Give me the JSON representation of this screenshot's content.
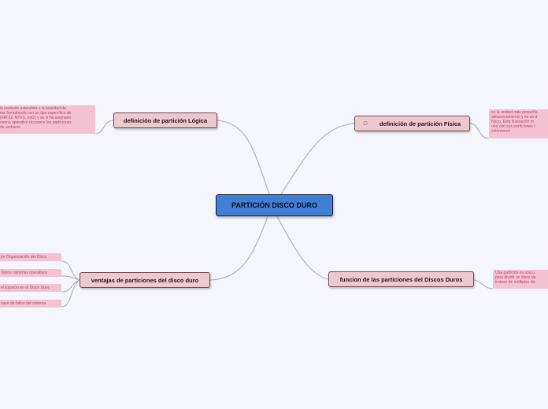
{
  "central": {
    "label": "PARTICIÓN DISCO DURO"
  },
  "branches": {
    "logica": {
      "label": "definición de partición Lógica",
      "note": "la partición extendida o la totalidad de\nme formateado con un tipo específico de\n(FAT32, NTFS, ext2) y se le ha asignado\nstema operativo reconoce las particiones\nde archivos."
    },
    "fisica": {
      "icon": "document-icon",
      "label": "definición de partición Física",
      "note": "es la unidad más pequeña\nalmacenamiento y es un a\nfísico. Esta ilustración m\nuna con sus particiones f\nvolúmenes"
    },
    "ventajas": {
      "label": "ventajas de particiones del disco duro",
      "items": [
        "jor Organización del Disco",
        "Varios sistemas operativos",
        "el Espacio en el Disco Duro",
        "caso de fallos del sistema"
      ]
    },
    "funcion": {
      "label": "funcion de las particiones del Discos Duros",
      "note": "Una partición es una u\npara dividir un disco du\ntratase de múltiples dis"
    }
  },
  "colors": {
    "background": "#f5f5fc",
    "central_fill": "#3f7fd6",
    "branch_fill": "#ecc8cf",
    "note_fill": "#f4c1d2",
    "note_text": "#b34a6b",
    "connector": "#b8b8c2"
  }
}
